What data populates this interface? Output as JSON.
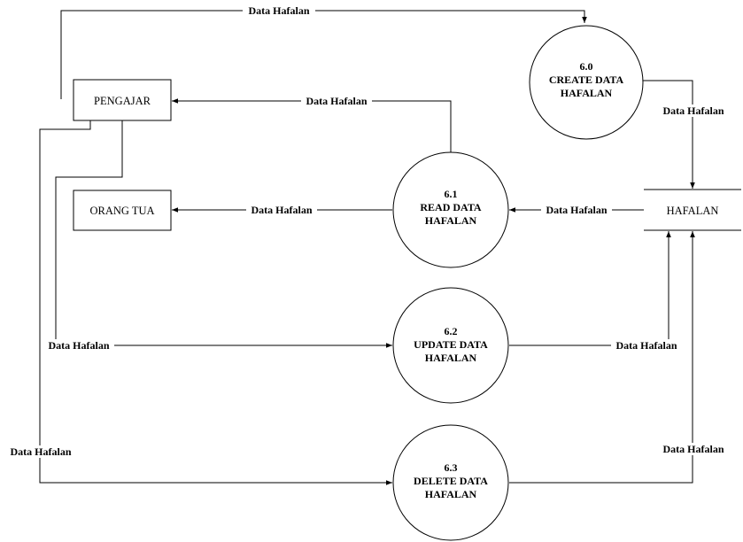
{
  "entities": {
    "pengajar": "PENGAJAR",
    "orang_tua": "ORANG TUA"
  },
  "datastore": {
    "label": "HAFALAN"
  },
  "processes": [
    {
      "number": "6.0",
      "line1": "CREATE DATA",
      "line2": "HAFALAN"
    },
    {
      "number": "6.1",
      "line1": "READ DATA",
      "line2": "HAFALAN"
    },
    {
      "number": "6.2",
      "line1": "UPDATE DATA",
      "line2": "HAFALAN"
    },
    {
      "number": "6.3",
      "line1": "DELETE DATA",
      "line2": "HAFALAN"
    }
  ],
  "flow_label": "Data Hafalan"
}
